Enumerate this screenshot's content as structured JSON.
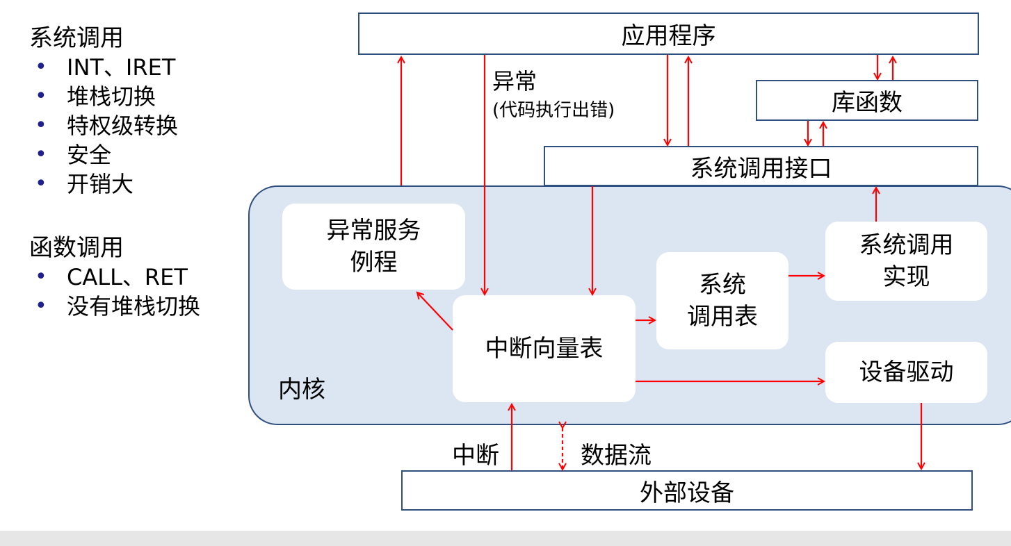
{
  "left_notes": {
    "syscall": {
      "title": "系统调用",
      "items": [
        "INT、IRET",
        "堆栈切换",
        "特权级转换",
        "安全",
        "开销大"
      ]
    },
    "funccall": {
      "title": "函数调用",
      "items": [
        "CALL、RET",
        "没有堆栈切换"
      ]
    },
    "bullet_glyph": "•"
  },
  "boxes": {
    "application": "应用程序",
    "library": "库函数",
    "syscall_interface": "系统调用接口",
    "exception_routine": [
      "异常服务",
      "例程"
    ],
    "syscall_table": [
      "系统",
      "调用表"
    ],
    "syscall_impl": [
      "系统调用",
      "实现"
    ],
    "ivt": "中断向量表",
    "device_driver": "设备驱动",
    "external_device": "外部设备"
  },
  "labels": {
    "kernel": "内核",
    "exception": "异常",
    "exception_note": "(代码执行出错)",
    "interrupt": "中断",
    "data_flow": "数据流"
  },
  "colors": {
    "arrow": "#ff0000",
    "box_border": "#2f4f7f",
    "kernel_fill": "#dce6f2",
    "bullet": "#1f1f8f"
  }
}
